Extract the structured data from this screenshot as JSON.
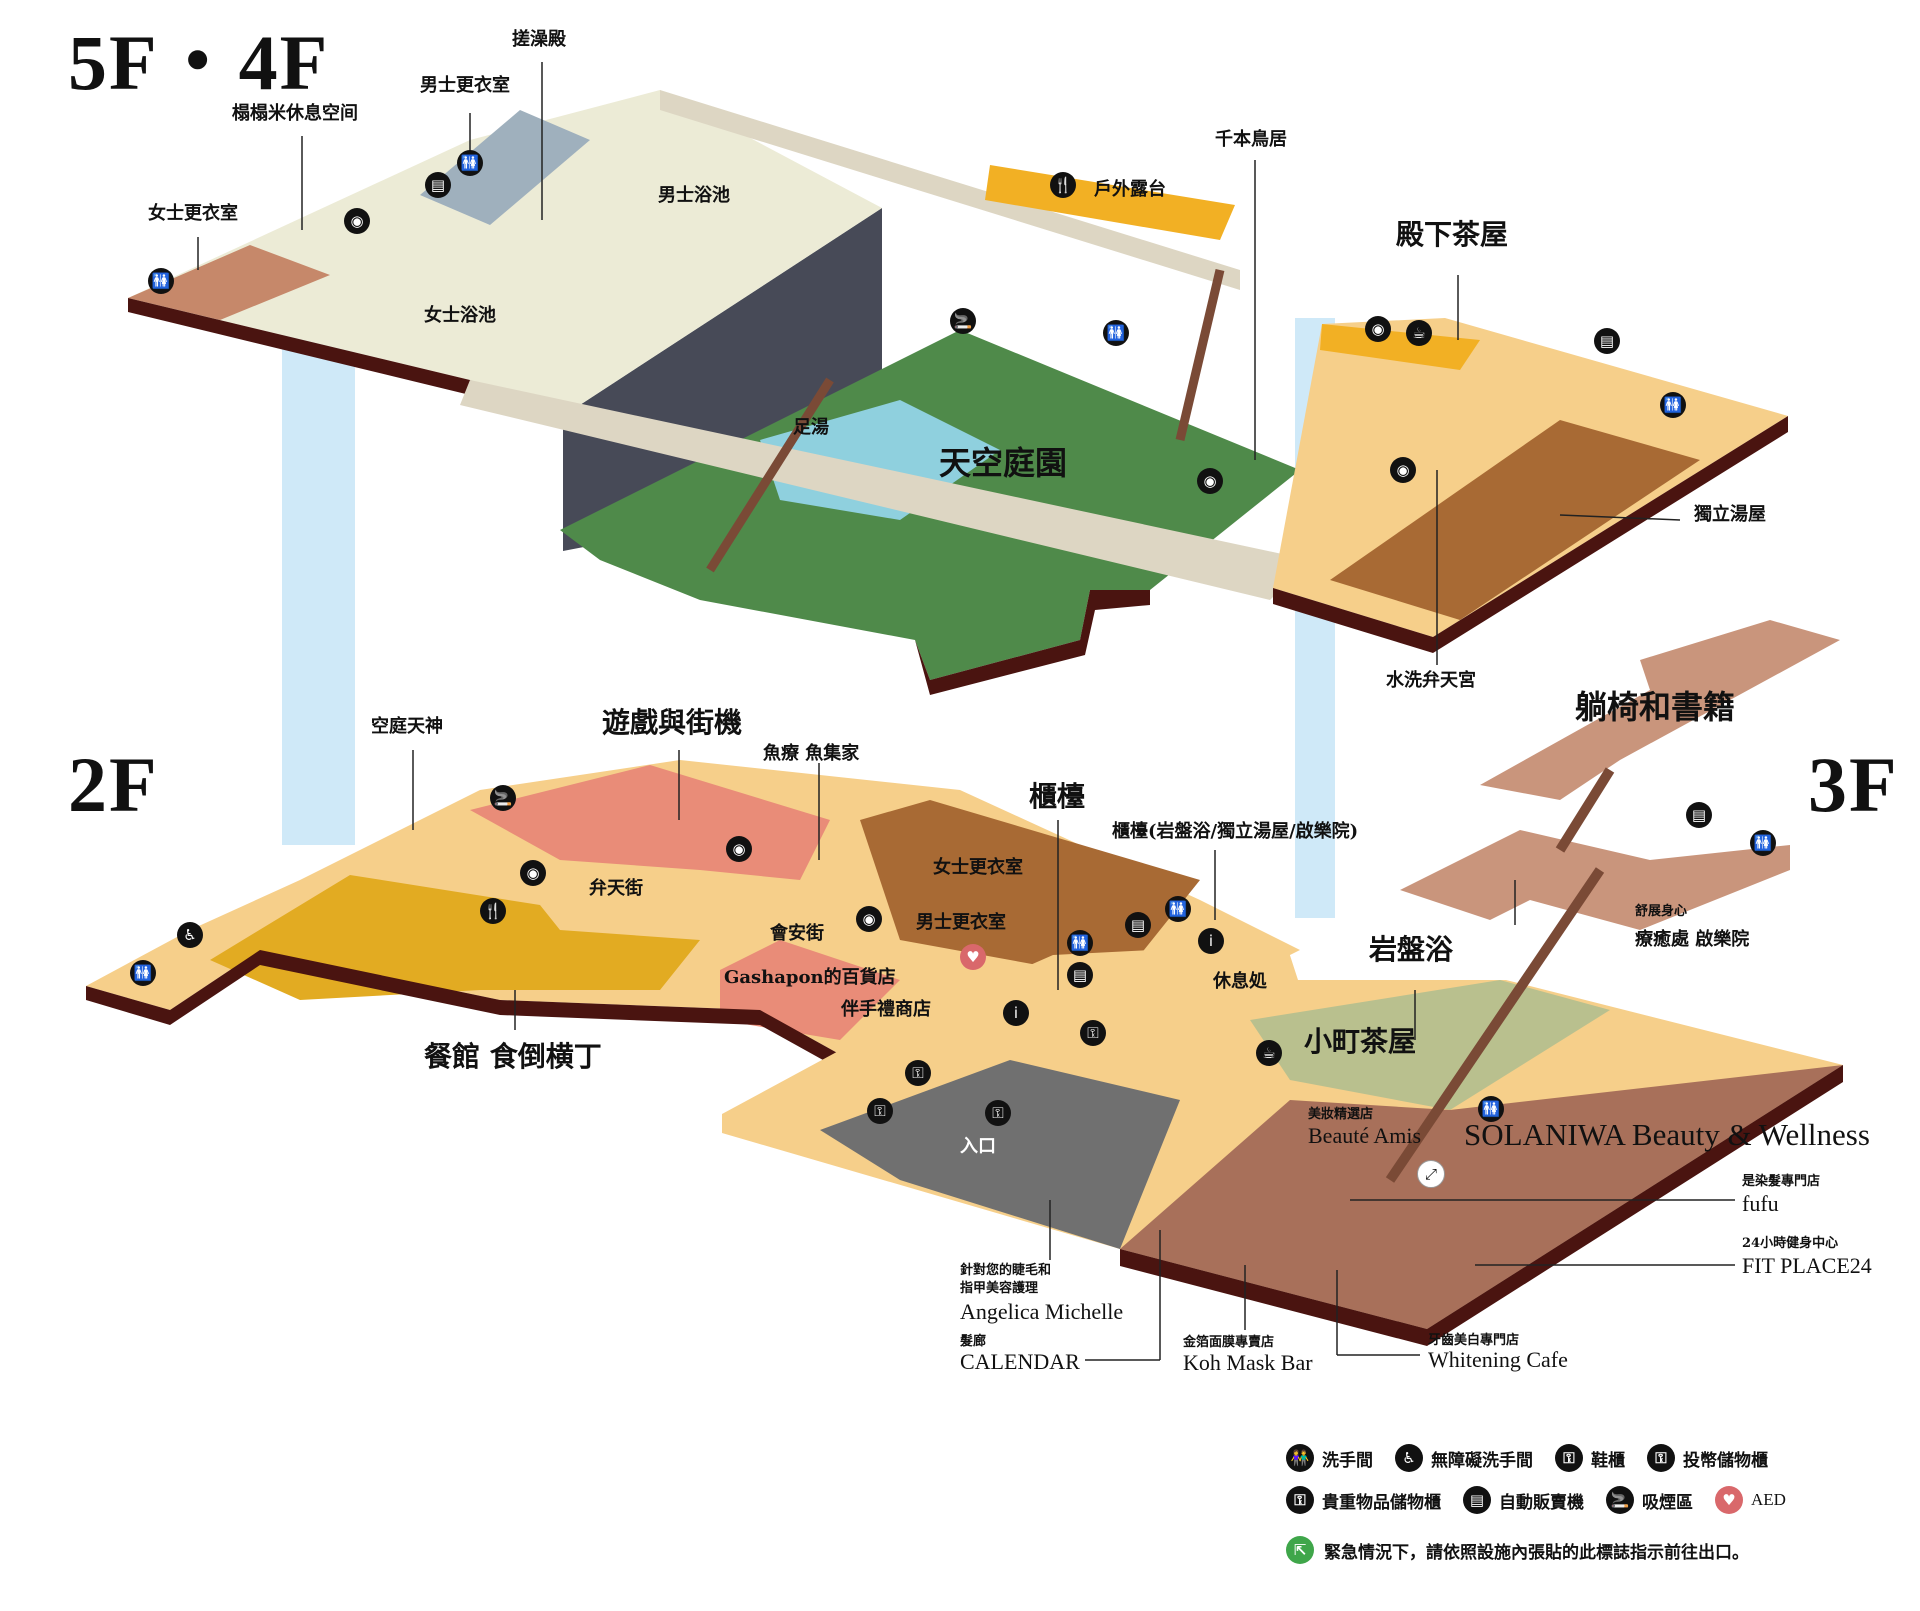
{
  "floors": {
    "top": "5F・4F",
    "second": "2F",
    "third": "3F"
  },
  "labels_5f4f": {
    "scrub_hall": "搓澡殿",
    "mens_locker": "男士更衣室",
    "tatami_rest": "榻榻米休息空间",
    "womens_locker": "女士更衣室",
    "mens_bath": "男士浴池",
    "womens_bath": "女士浴池",
    "outdoor_terrace": "戶外露台",
    "torii": "千本鳥居",
    "tea_house": "殿下茶屋",
    "foot_bath": "足湯",
    "sky_garden": "天空庭園",
    "private_baths": "獨立湯屋",
    "benten_shrine": "水洗弁天宮"
  },
  "labels_2f": {
    "tenjin": "空庭天神",
    "arcade": "遊戲與街機",
    "fish_spa": "魚療 魚集家",
    "reception": "櫃檯",
    "reception_sub": "櫃檯(岩盤浴/獨立湯屋/啟樂院)",
    "womens_locker": "女士更衣室",
    "mens_locker": "男士更衣室",
    "benten_street": "弁天街",
    "huian_street": "會安街",
    "gashapon": "Gashapon的百貨店",
    "souvenir": "伴手禮商店",
    "rest_area": "休息処",
    "restaurant": "餐館 食倒横丁",
    "entrance": "入口"
  },
  "labels_3f": {
    "loungers": "躺椅和書籍",
    "bedrock_bath": "岩盤浴",
    "relax_sub": "舒展身心",
    "relax": "療癒處 啟樂院",
    "komachi": "小町茶屋",
    "beaute_sub": "美妝精選店",
    "beaute": "Beauté Amis",
    "solaniwa": "SOLANIWA Beauty & Wellness",
    "fufu_sub": "是染髮專門店",
    "fufu": "fufu",
    "fit_sub": "24小時健身中心",
    "fit": "FIT PLACE24",
    "angelica_sub1": "針對您的睫毛和",
    "angelica_sub2": "指甲美容護理",
    "angelica": "Angelica Michelle",
    "calendar_sub": "髮廊",
    "calendar": "CALENDAR",
    "koh_sub": "金箔面膜專賣店",
    "koh": "Koh Mask Bar",
    "whitening_sub": "牙齒美白專門店",
    "whitening": "Whitening Cafe"
  },
  "legend": {
    "row1": [
      {
        "icon": "restroom-icon",
        "glyph": "👫",
        "label": "洗手間"
      },
      {
        "icon": "accessible-restroom-icon",
        "glyph": "♿",
        "label": "無障礙洗手間"
      },
      {
        "icon": "shoe-locker-icon",
        "glyph": "⚿",
        "label": "鞋櫃"
      },
      {
        "icon": "coin-locker-icon",
        "glyph": "⚿",
        "label": "投幣儲物櫃"
      }
    ],
    "row2": [
      {
        "icon": "valuables-locker-icon",
        "glyph": "⚿",
        "label": "貴重物品儲物櫃"
      },
      {
        "icon": "vending-machine-icon",
        "glyph": "▤",
        "label": "自動販賣機"
      },
      {
        "icon": "smoking-area-icon",
        "glyph": "🚬",
        "label": "吸煙區"
      },
      {
        "icon": "aed-icon",
        "glyph": "♥",
        "label": "AED"
      }
    ],
    "emergency": "緊急情況下，請依照設施內張貼的此標誌指示前往出口。",
    "exit_glyph": "⇱"
  },
  "icon_glyphs": {
    "restroom": "🚻",
    "camera": "◉",
    "food": "🍴",
    "vending": "▤",
    "info": "i",
    "tea": "☕",
    "elevator": "⇅",
    "smoking": "🚬",
    "locker": "⚿",
    "escalator": "⤢"
  },
  "colors": {
    "floor_cream": "#f6cf8a",
    "garden": "#4f8a4a",
    "water": "#8fd0de",
    "wood": "#a86a34",
    "edge": "#4a1410",
    "arcade": "#e98c78",
    "dining": "#e2ab22",
    "wellness": "#a8705a",
    "aed": "#d9686b",
    "exit": "#3fa64a"
  }
}
